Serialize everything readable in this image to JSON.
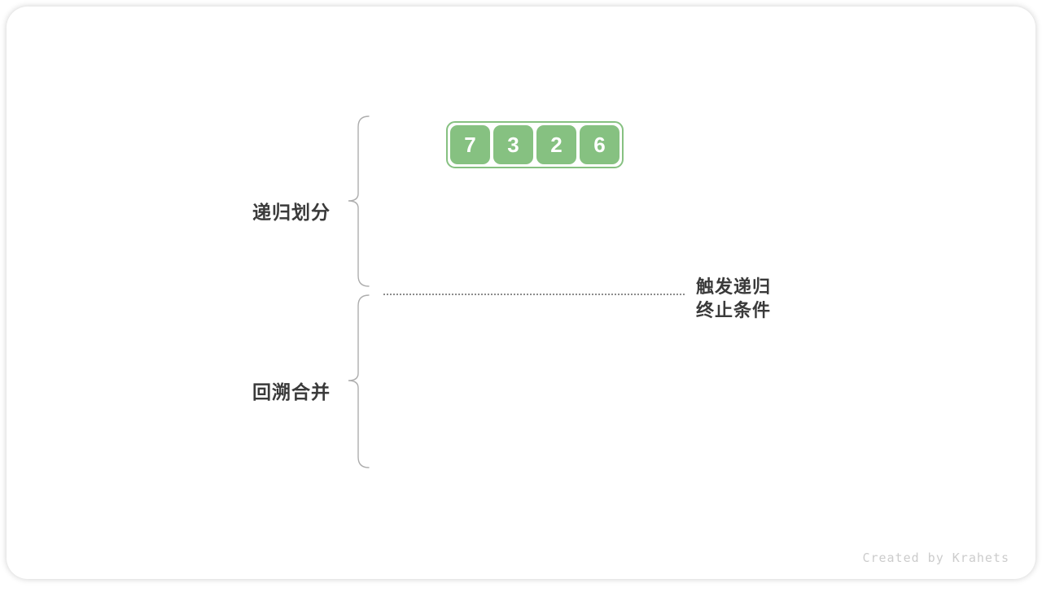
{
  "figure": {
    "array": {
      "values": [
        "7",
        "3",
        "2",
        "6"
      ]
    },
    "phase_labels": {
      "divide": "递归划分",
      "merge": "回溯合并"
    },
    "annotation": {
      "line1": "触发递归",
      "line2": "终止条件"
    },
    "watermark": "Created by Krahets"
  },
  "colors": {
    "cell_green": "#86c181",
    "cell_text": "#ffffff",
    "label_text": "#3a3a3a",
    "brace": "#adadad",
    "dotted_line": "#8c8c8c",
    "watermark": "#cccccc",
    "card_bg": "#ffffff"
  }
}
